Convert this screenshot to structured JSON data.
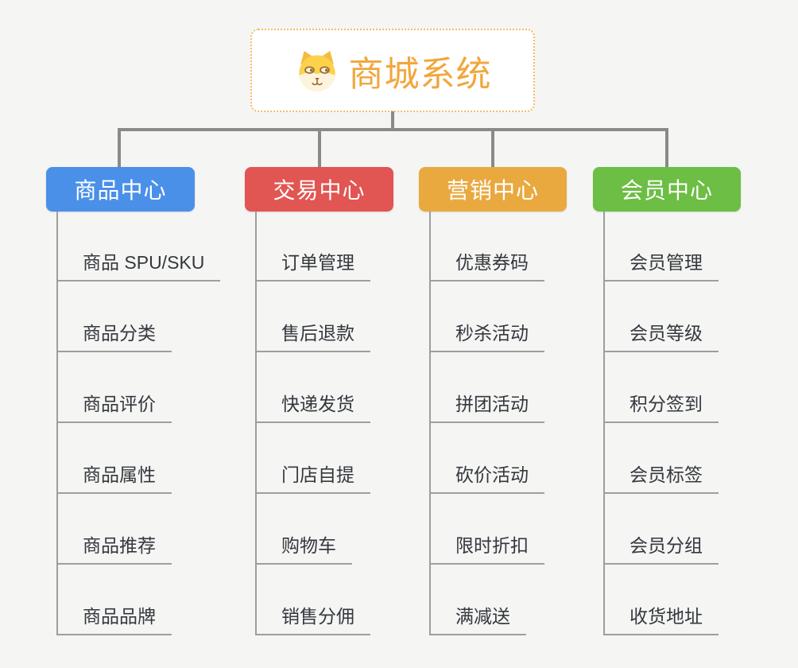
{
  "root": {
    "title": "商城系统",
    "icon": "dog-face-icon",
    "title_color": "#f1a73c",
    "border_color": "#f2bc66"
  },
  "connector_color": "#8a8a8a",
  "branches": [
    {
      "label": "商品中心",
      "color": "#4a90e8",
      "items": [
        "商品 SPU/SKU",
        "商品分类",
        "商品评价",
        "商品属性",
        "商品推荐",
        "商品品牌"
      ]
    },
    {
      "label": "交易中心",
      "color": "#e15552",
      "items": [
        "订单管理",
        "售后退款",
        "快递发货",
        "门店自提",
        "购物车",
        "销售分佣"
      ]
    },
    {
      "label": "营销中心",
      "color": "#e9a93f",
      "items": [
        "优惠券码",
        "秒杀活动",
        "拼团活动",
        "砍价活动",
        "限时折扣",
        "满减送"
      ]
    },
    {
      "label": "会员中心",
      "color": "#6cbe44",
      "items": [
        "会员管理",
        "会员等级",
        "积分签到",
        "会员标签",
        "会员分组",
        "收货地址"
      ]
    }
  ]
}
